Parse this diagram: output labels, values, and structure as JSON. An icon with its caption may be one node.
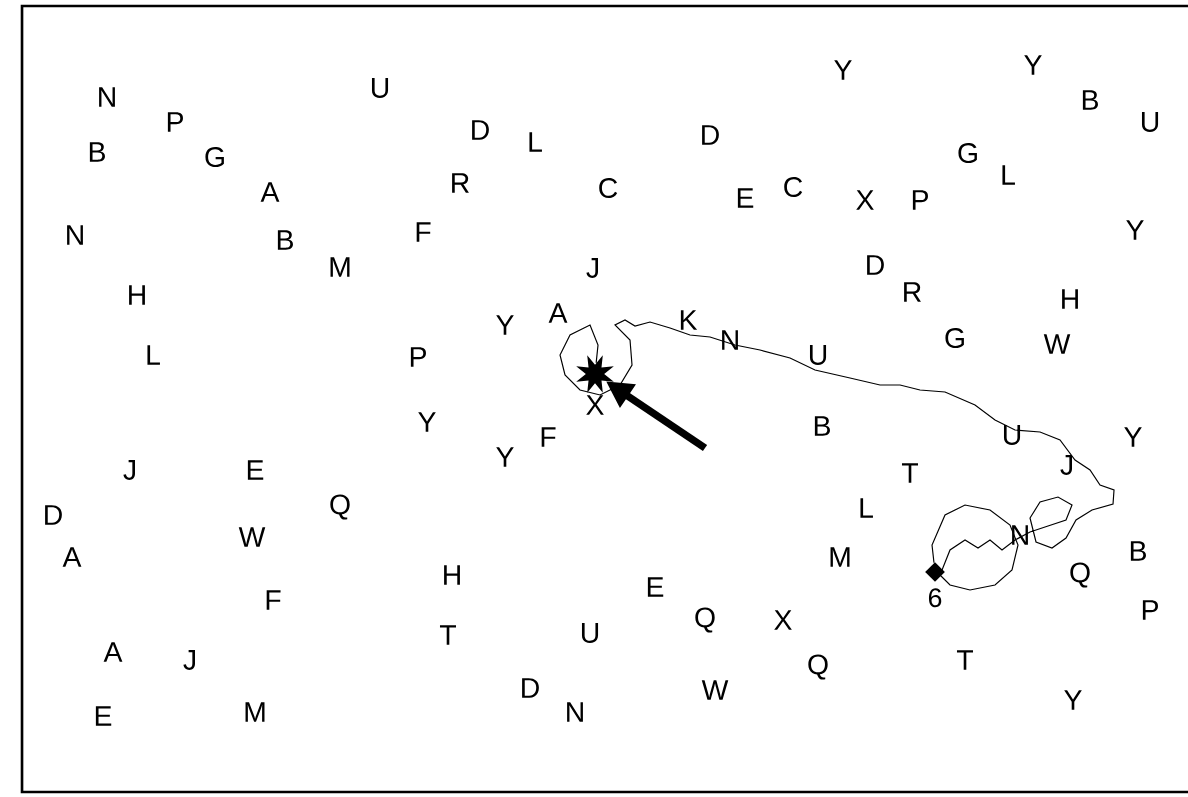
{
  "diagram": {
    "nodes": [
      {
        "text": [],
        "shape": "star"
      },
      {
        "text": [],
        "shape": "diamond",
        "beside": [
          "6"
        ]
      }
    ],
    "edges": [
      {
        "from": 1,
        "to": 0,
        "arrow": "none"
      },
      {
        "from": null,
        "to": 0,
        "arrow": "to",
        "style": "thick"
      }
    ],
    "labels": [
      "N",
      "U",
      "Y",
      "Y",
      "P",
      "D",
      "L",
      "D",
      "B",
      "U",
      "B",
      "G",
      "R",
      "C",
      "E",
      "C",
      "G",
      "L",
      "A",
      "X",
      "P",
      "N",
      "B",
      "F",
      "Y",
      "M",
      "J",
      "D",
      "H",
      "R",
      "H",
      "Y",
      "A",
      "K",
      "N",
      "G",
      "W",
      "L",
      "P",
      "U",
      "X",
      "Y",
      "F",
      "Y",
      "B",
      "U",
      "Y",
      "J",
      "E",
      "T",
      "J",
      "D",
      "Q",
      "L",
      "A",
      "W",
      "M",
      "N",
      "B",
      "H",
      "Q",
      "E",
      "F",
      "Q",
      "X",
      "P",
      "T",
      "U",
      "A",
      "J",
      "T",
      "Q",
      "D",
      "N",
      "W",
      "Y",
      "E",
      "M"
    ]
  }
}
